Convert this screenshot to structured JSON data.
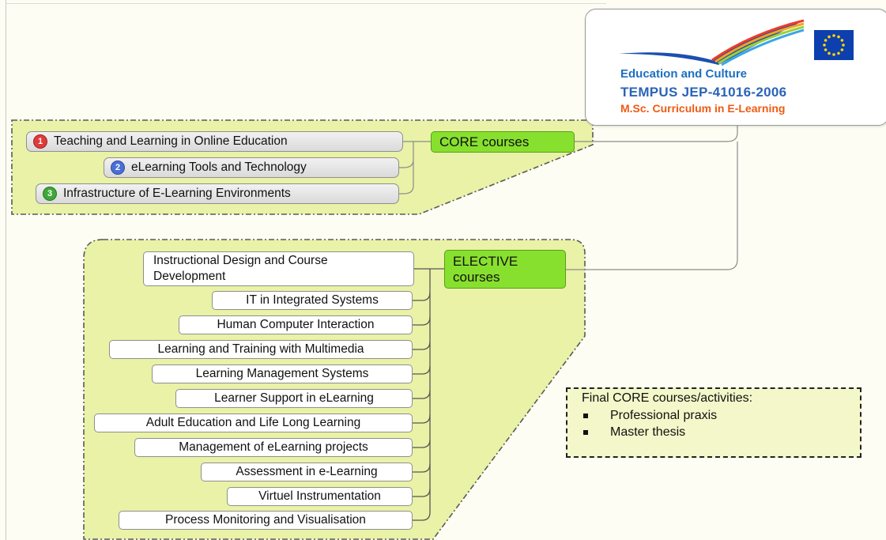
{
  "logo": {
    "line1": "Education and Culture",
    "line2": "TEMPUS JEP-41016-2006",
    "line3": "M.Sc. Curriculum in E-Learning",
    "eu_flag_color": "#0d3fae",
    "star_color": "#ffd700"
  },
  "core": {
    "hub_label": "CORE courses",
    "items": [
      {
        "num": "1",
        "label": "Teaching and Learning in Online Education",
        "badge_color": "#e03a3a"
      },
      {
        "num": "2",
        "label": "eLearning Tools and Technology",
        "badge_color": "#4a6fd8"
      },
      {
        "num": "3",
        "label": "Infrastructure of E-Learning Environments",
        "badge_color": "#3ea838"
      }
    ]
  },
  "elective": {
    "hub_line1": "ELECTIVE",
    "hub_line2": "courses",
    "first_line1": "Instructional Design and Course",
    "first_line2": "Development",
    "items": [
      "IT in Integrated Systems",
      "Human Computer Interaction",
      "Learning and Training with Multimedia",
      "Learning Management Systems",
      "Learner Support in eLearning",
      "Adult Education and Life Long Learning",
      "Management of eLearning projects",
      "Assessment in e-Learning",
      "Virtuel Instrumentation",
      "Process Monitoring and Visualisation"
    ]
  },
  "final": {
    "title": "Final CORE courses/activities:",
    "items": [
      "Professional praxis",
      "Master thesis"
    ]
  },
  "colors": {
    "region_fill": "#e9f2a6",
    "hub_green": "#88e02e",
    "connector": "#8c8c8c"
  }
}
